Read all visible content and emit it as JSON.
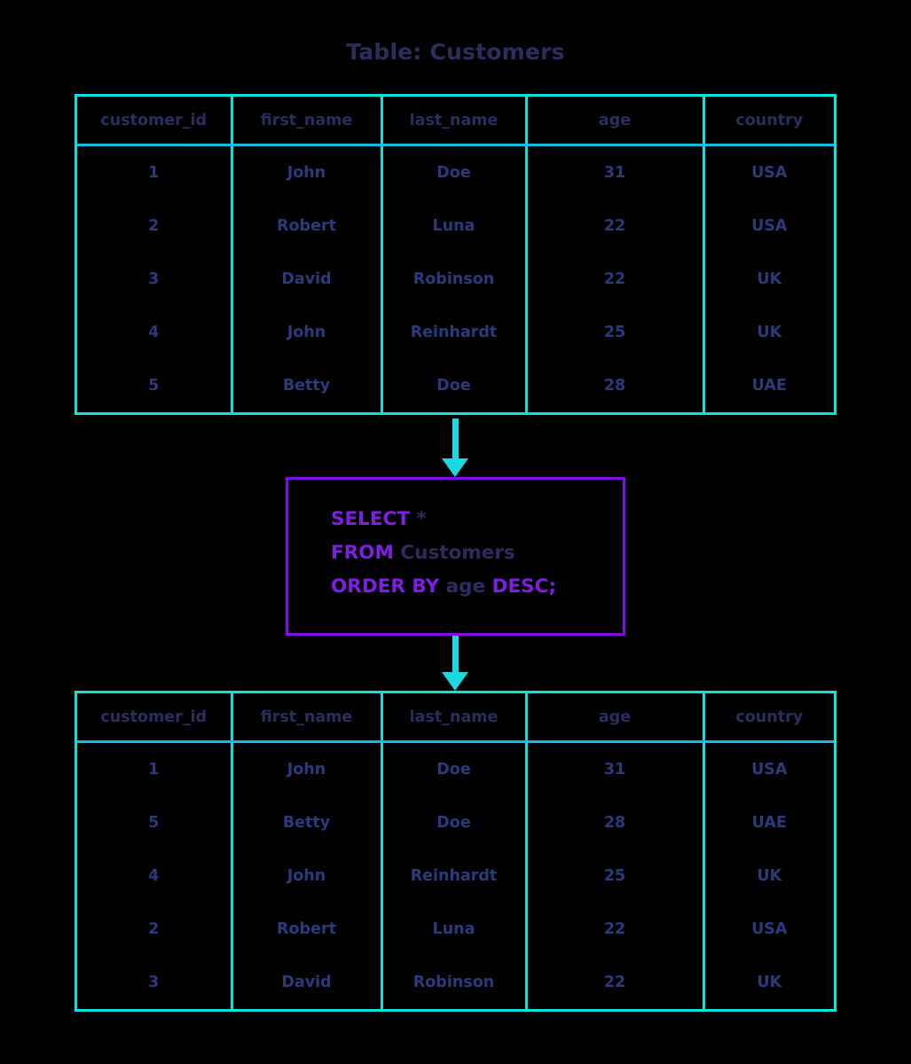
{
  "title": "Table: Customers",
  "colors": {
    "background": "#000000",
    "table_border": "#0fe0d8",
    "header_divider": "#14b9e8",
    "arrow": "#1ad7e0",
    "query_border": "#7d0fe8",
    "keyword": "#7d1fe0",
    "title_text": "#2b2d5c",
    "cell_text": "#2b3a7a"
  },
  "source_table": {
    "name": "source-table",
    "columns": [
      "customer_id",
      "first_name",
      "last_name",
      "age",
      "country"
    ],
    "rows": [
      [
        "1",
        "John",
        "Doe",
        "31",
        "USA"
      ],
      [
        "2",
        "Robert",
        "Luna",
        "22",
        "USA"
      ],
      [
        "3",
        "David",
        "Robinson",
        "22",
        "UK"
      ],
      [
        "4",
        "John",
        "Reinhardt",
        "25",
        "UK"
      ],
      [
        "5",
        "Betty",
        "Doe",
        "28",
        "UAE"
      ]
    ]
  },
  "query": {
    "line1": {
      "keyword": "SELECT",
      "rest": " *"
    },
    "line2": {
      "keyword": "FROM",
      "rest": " Customers"
    },
    "line3": {
      "keyword": "ORDER BY",
      "object": " age ",
      "keyword2": "DESC",
      "terminator": ";"
    },
    "full_text": "SELECT *\nFROM Customers\nORDER BY age DESC;"
  },
  "result_table": {
    "name": "result-table",
    "columns": [
      "customer_id",
      "first_name",
      "last_name",
      "age",
      "country"
    ],
    "rows": [
      [
        "1",
        "John",
        "Doe",
        "31",
        "USA"
      ],
      [
        "5",
        "Betty",
        "Doe",
        "28",
        "UAE"
      ],
      [
        "4",
        "John",
        "Reinhardt",
        "25",
        "UK"
      ],
      [
        "2",
        "Robert",
        "Luna",
        "22",
        "USA"
      ],
      [
        "3",
        "David",
        "Robinson",
        "22",
        "UK"
      ]
    ]
  },
  "arrows": [
    {
      "name": "arrow-table-to-query",
      "direction": "down"
    },
    {
      "name": "arrow-query-to-result",
      "direction": "down"
    }
  ]
}
